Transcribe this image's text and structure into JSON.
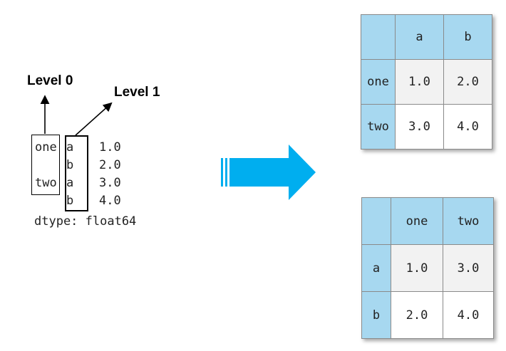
{
  "series": {
    "level0_label": "Level 0",
    "level1_label": "Level 1",
    "rows": [
      {
        "l0": "one",
        "l1": "a",
        "value": "1.0"
      },
      {
        "l0": "",
        "l1": "b",
        "value": "2.0"
      },
      {
        "l0": "two",
        "l1": "a",
        "value": "3.0"
      },
      {
        "l0": "",
        "l1": "b",
        "value": "4.0"
      }
    ],
    "dtype": "dtype: float64"
  },
  "unstack_level1": {
    "columns": [
      "",
      "a",
      "b"
    ],
    "rows": [
      {
        "index": "one",
        "values": [
          "1.0",
          "2.0"
        ]
      },
      {
        "index": "two",
        "values": [
          "3.0",
          "4.0"
        ]
      }
    ]
  },
  "unstack_level0": {
    "columns": [
      "",
      "one",
      "two"
    ],
    "rows": [
      {
        "index": "a",
        "values": [
          "1.0",
          "3.0"
        ]
      },
      {
        "index": "b",
        "values": [
          "2.0",
          "4.0"
        ]
      }
    ]
  },
  "colors": {
    "header_bg": "#a7d8f0",
    "arrow": "#00aeef",
    "row_shade": "#f2f2f2"
  }
}
